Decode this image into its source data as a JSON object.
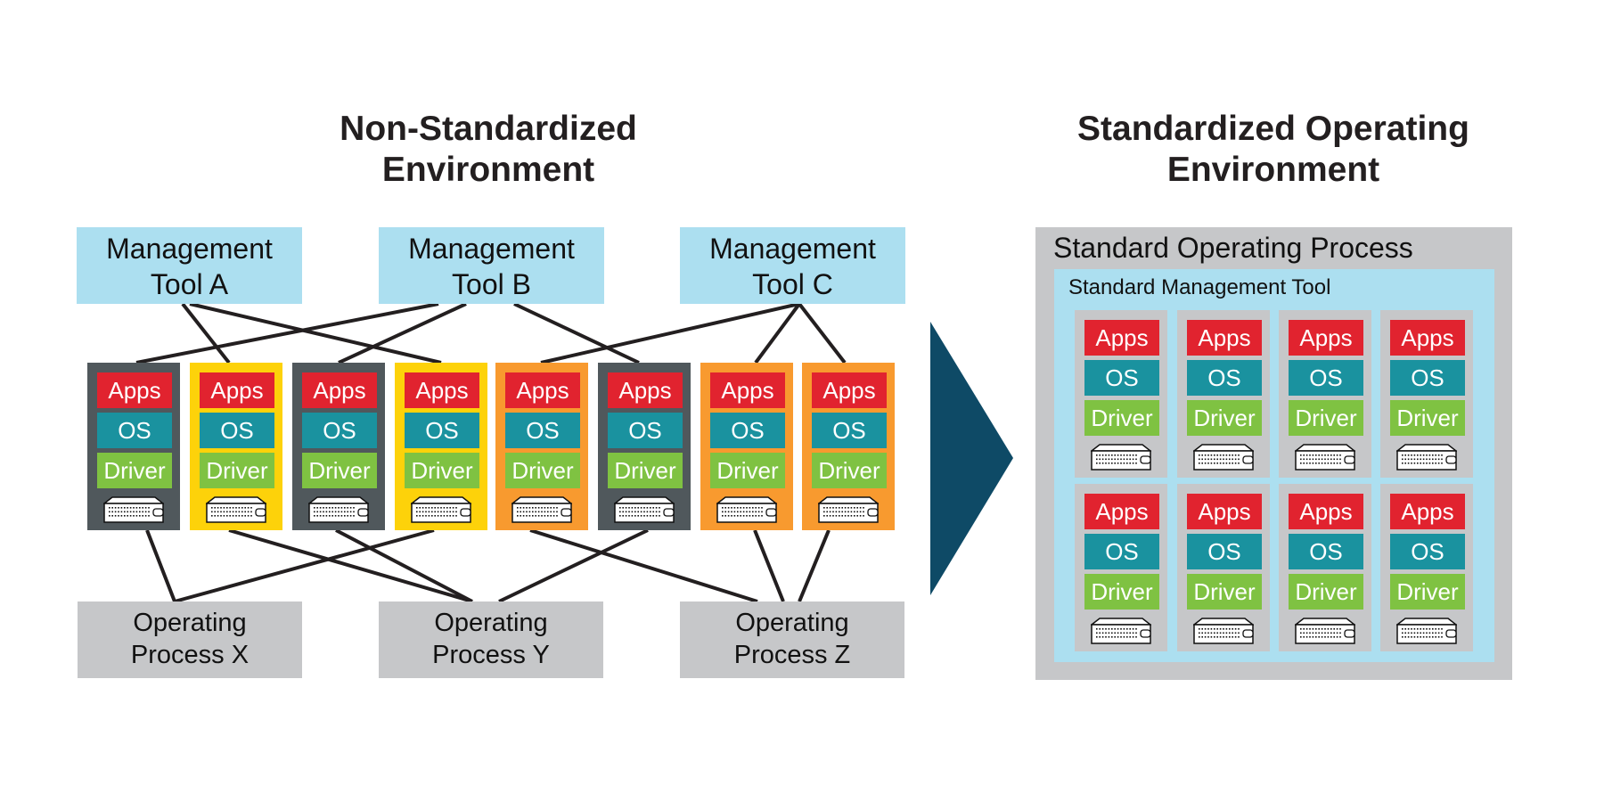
{
  "left": {
    "title": [
      "Non-Standardized",
      "Environment"
    ],
    "management_tools": [
      {
        "line1": "Management",
        "line2": "Tool A"
      },
      {
        "line1": "Management",
        "line2": "Tool B"
      },
      {
        "line1": "Management",
        "line2": "Tool C"
      }
    ],
    "servers": [
      {
        "color": "#50585c",
        "apps": "Apps",
        "os": "OS",
        "driver": "Driver"
      },
      {
        "color": "#fdd20a",
        "apps": "Apps",
        "os": "OS",
        "driver": "Driver"
      },
      {
        "color": "#50585c",
        "apps": "Apps",
        "os": "OS",
        "driver": "Driver"
      },
      {
        "color": "#fdd20a",
        "apps": "Apps",
        "os": "OS",
        "driver": "Driver"
      },
      {
        "color": "#f89a2f",
        "apps": "Apps",
        "os": "OS",
        "driver": "Driver"
      },
      {
        "color": "#50585c",
        "apps": "Apps",
        "os": "OS",
        "driver": "Driver"
      },
      {
        "color": "#f89a2f",
        "apps": "Apps",
        "os": "OS",
        "driver": "Driver"
      },
      {
        "color": "#f89a2f",
        "apps": "Apps",
        "os": "OS",
        "driver": "Driver"
      }
    ],
    "operating_processes": [
      {
        "line1": "Operating",
        "line2": "Process X"
      },
      {
        "line1": "Operating",
        "line2": "Process Y"
      },
      {
        "line1": "Operating",
        "line2": "Process Z"
      }
    ],
    "tool_connections": {
      "Tool A": [
        2,
        4
      ],
      "Tool B": [
        1,
        3,
        6
      ],
      "Tool C": [
        5,
        7,
        8
      ]
    },
    "process_connections": {
      "Process X": [
        1,
        4
      ],
      "Process Y": [
        2,
        3,
        6
      ],
      "Process Z": [
        5,
        7,
        8
      ]
    }
  },
  "arrow": {
    "icon": "right-arrow-icon",
    "color": "#0e4a66"
  },
  "right": {
    "title": [
      "Standardized Operating",
      "Environment"
    ],
    "process_label": "Standard Operating Process",
    "tool_label": "Standard Management Tool",
    "servers": [
      {
        "apps": "Apps",
        "os": "OS",
        "driver": "Driver"
      },
      {
        "apps": "Apps",
        "os": "OS",
        "driver": "Driver"
      },
      {
        "apps": "Apps",
        "os": "OS",
        "driver": "Driver"
      },
      {
        "apps": "Apps",
        "os": "OS",
        "driver": "Driver"
      },
      {
        "apps": "Apps",
        "os": "OS",
        "driver": "Driver"
      },
      {
        "apps": "Apps",
        "os": "OS",
        "driver": "Driver"
      },
      {
        "apps": "Apps",
        "os": "OS",
        "driver": "Driver"
      },
      {
        "apps": "Apps",
        "os": "OS",
        "driver": "Driver"
      }
    ]
  },
  "colors": {
    "management": "#acdff0",
    "process": "#c6c7c9",
    "apps": "#e1232f",
    "os": "#1a929f",
    "driver": "#7fc242"
  }
}
